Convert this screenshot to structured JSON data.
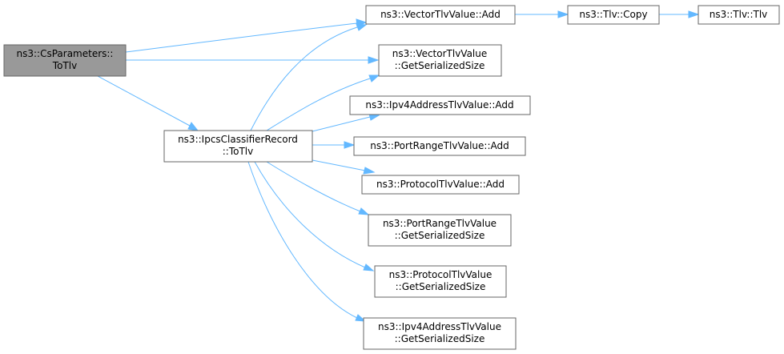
{
  "graph": {
    "colors": {
      "root_fill": "#999999",
      "node_border": "#666666",
      "edge": "#63b8ff"
    },
    "nodes": {
      "cs_totlv": {
        "line1": "ns3::CsParameters::",
        "line2": "ToTlv"
      },
      "ipcs_totlv": {
        "line1": "ns3::IpcsClassifierRecord",
        "line2": "::ToTlv"
      },
      "vector_add": {
        "line1": "ns3::VectorTlvValue::Add"
      },
      "tlv_copy": {
        "line1": "ns3::Tlv::Copy"
      },
      "tlv_tlv": {
        "line1": "ns3::Tlv::Tlv"
      },
      "vector_size": {
        "line1": "ns3::VectorTlvValue",
        "line2": "::GetSerializedSize"
      },
      "ipv4_add": {
        "line1": "ns3::Ipv4AddressTlvValue::Add"
      },
      "port_add": {
        "line1": "ns3::PortRangeTlvValue::Add"
      },
      "proto_add": {
        "line1": "ns3::ProtocolTlvValue::Add"
      },
      "port_size": {
        "line1": "ns3::PortRangeTlvValue",
        "line2": "::GetSerializedSize"
      },
      "proto_size": {
        "line1": "ns3::ProtocolTlvValue",
        "line2": "::GetSerializedSize"
      },
      "ipv4_size": {
        "line1": "ns3::Ipv4AddressTlvValue",
        "line2": "::GetSerializedSize"
      }
    }
  }
}
